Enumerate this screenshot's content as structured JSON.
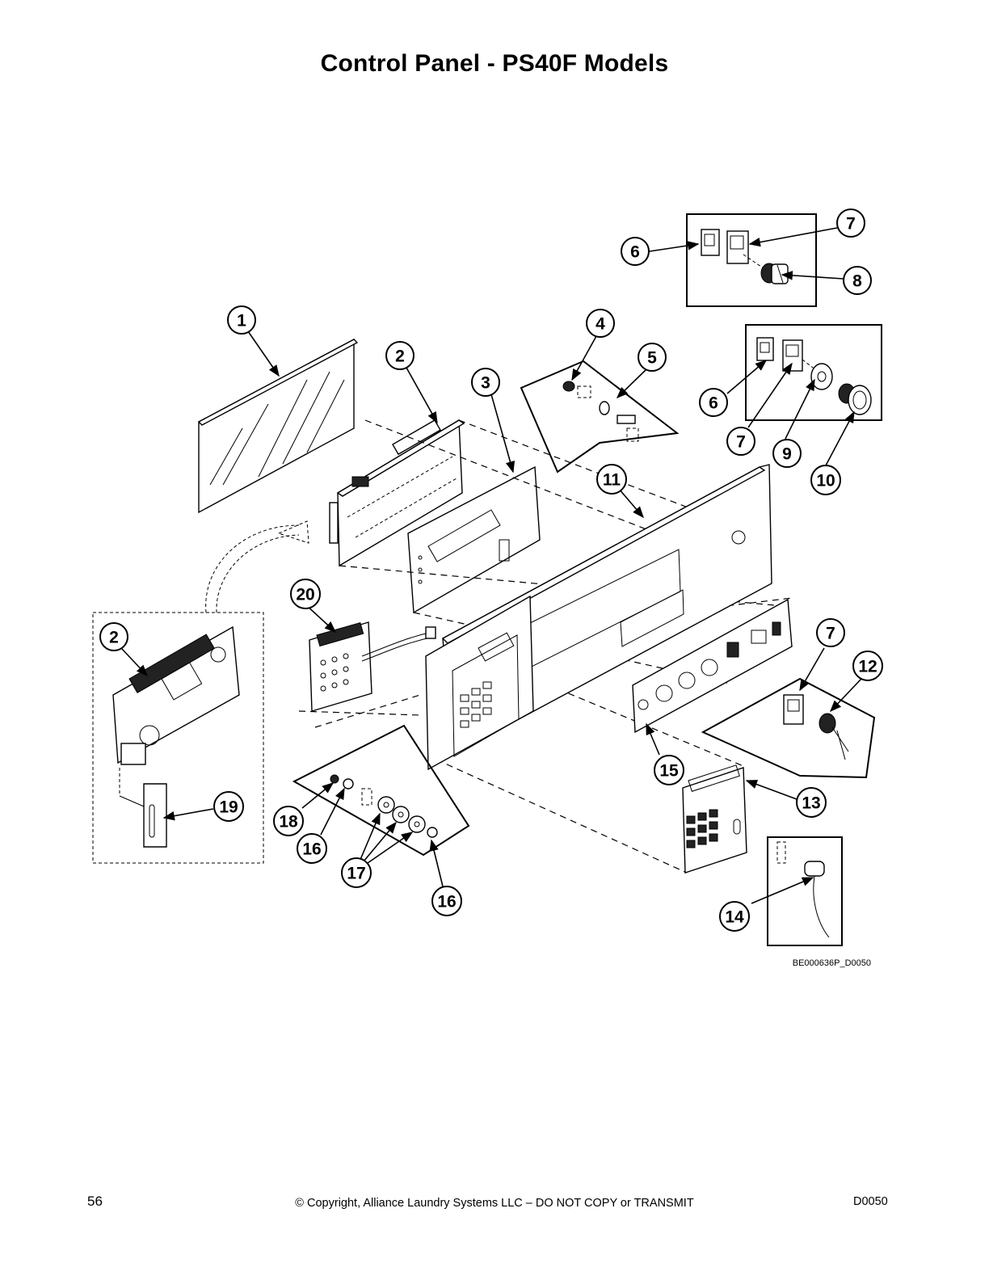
{
  "page": {
    "title": "Control Panel - PS40F Models",
    "drawing_ref": "BE000636P_D0050",
    "page_number": "56",
    "copyright": "© Copyright, Alliance Laundry Systems LLC – DO NOT COPY or TRANSMIT",
    "doc_code": "D0050"
  },
  "callouts": {
    "c1": "1",
    "c2": "2",
    "c2b": "2",
    "c3": "3",
    "c4": "4",
    "c5": "5",
    "c6a": "6",
    "c6b": "6",
    "c7a": "7",
    "c7b": "7",
    "c7c": "7",
    "c8": "8",
    "c9": "9",
    "c10": "10",
    "c11": "11",
    "c12": "12",
    "c13": "13",
    "c14": "14",
    "c15": "15",
    "c16a": "16",
    "c16b": "16",
    "c17": "17",
    "c18": "18",
    "c19": "19",
    "c20": "20"
  }
}
